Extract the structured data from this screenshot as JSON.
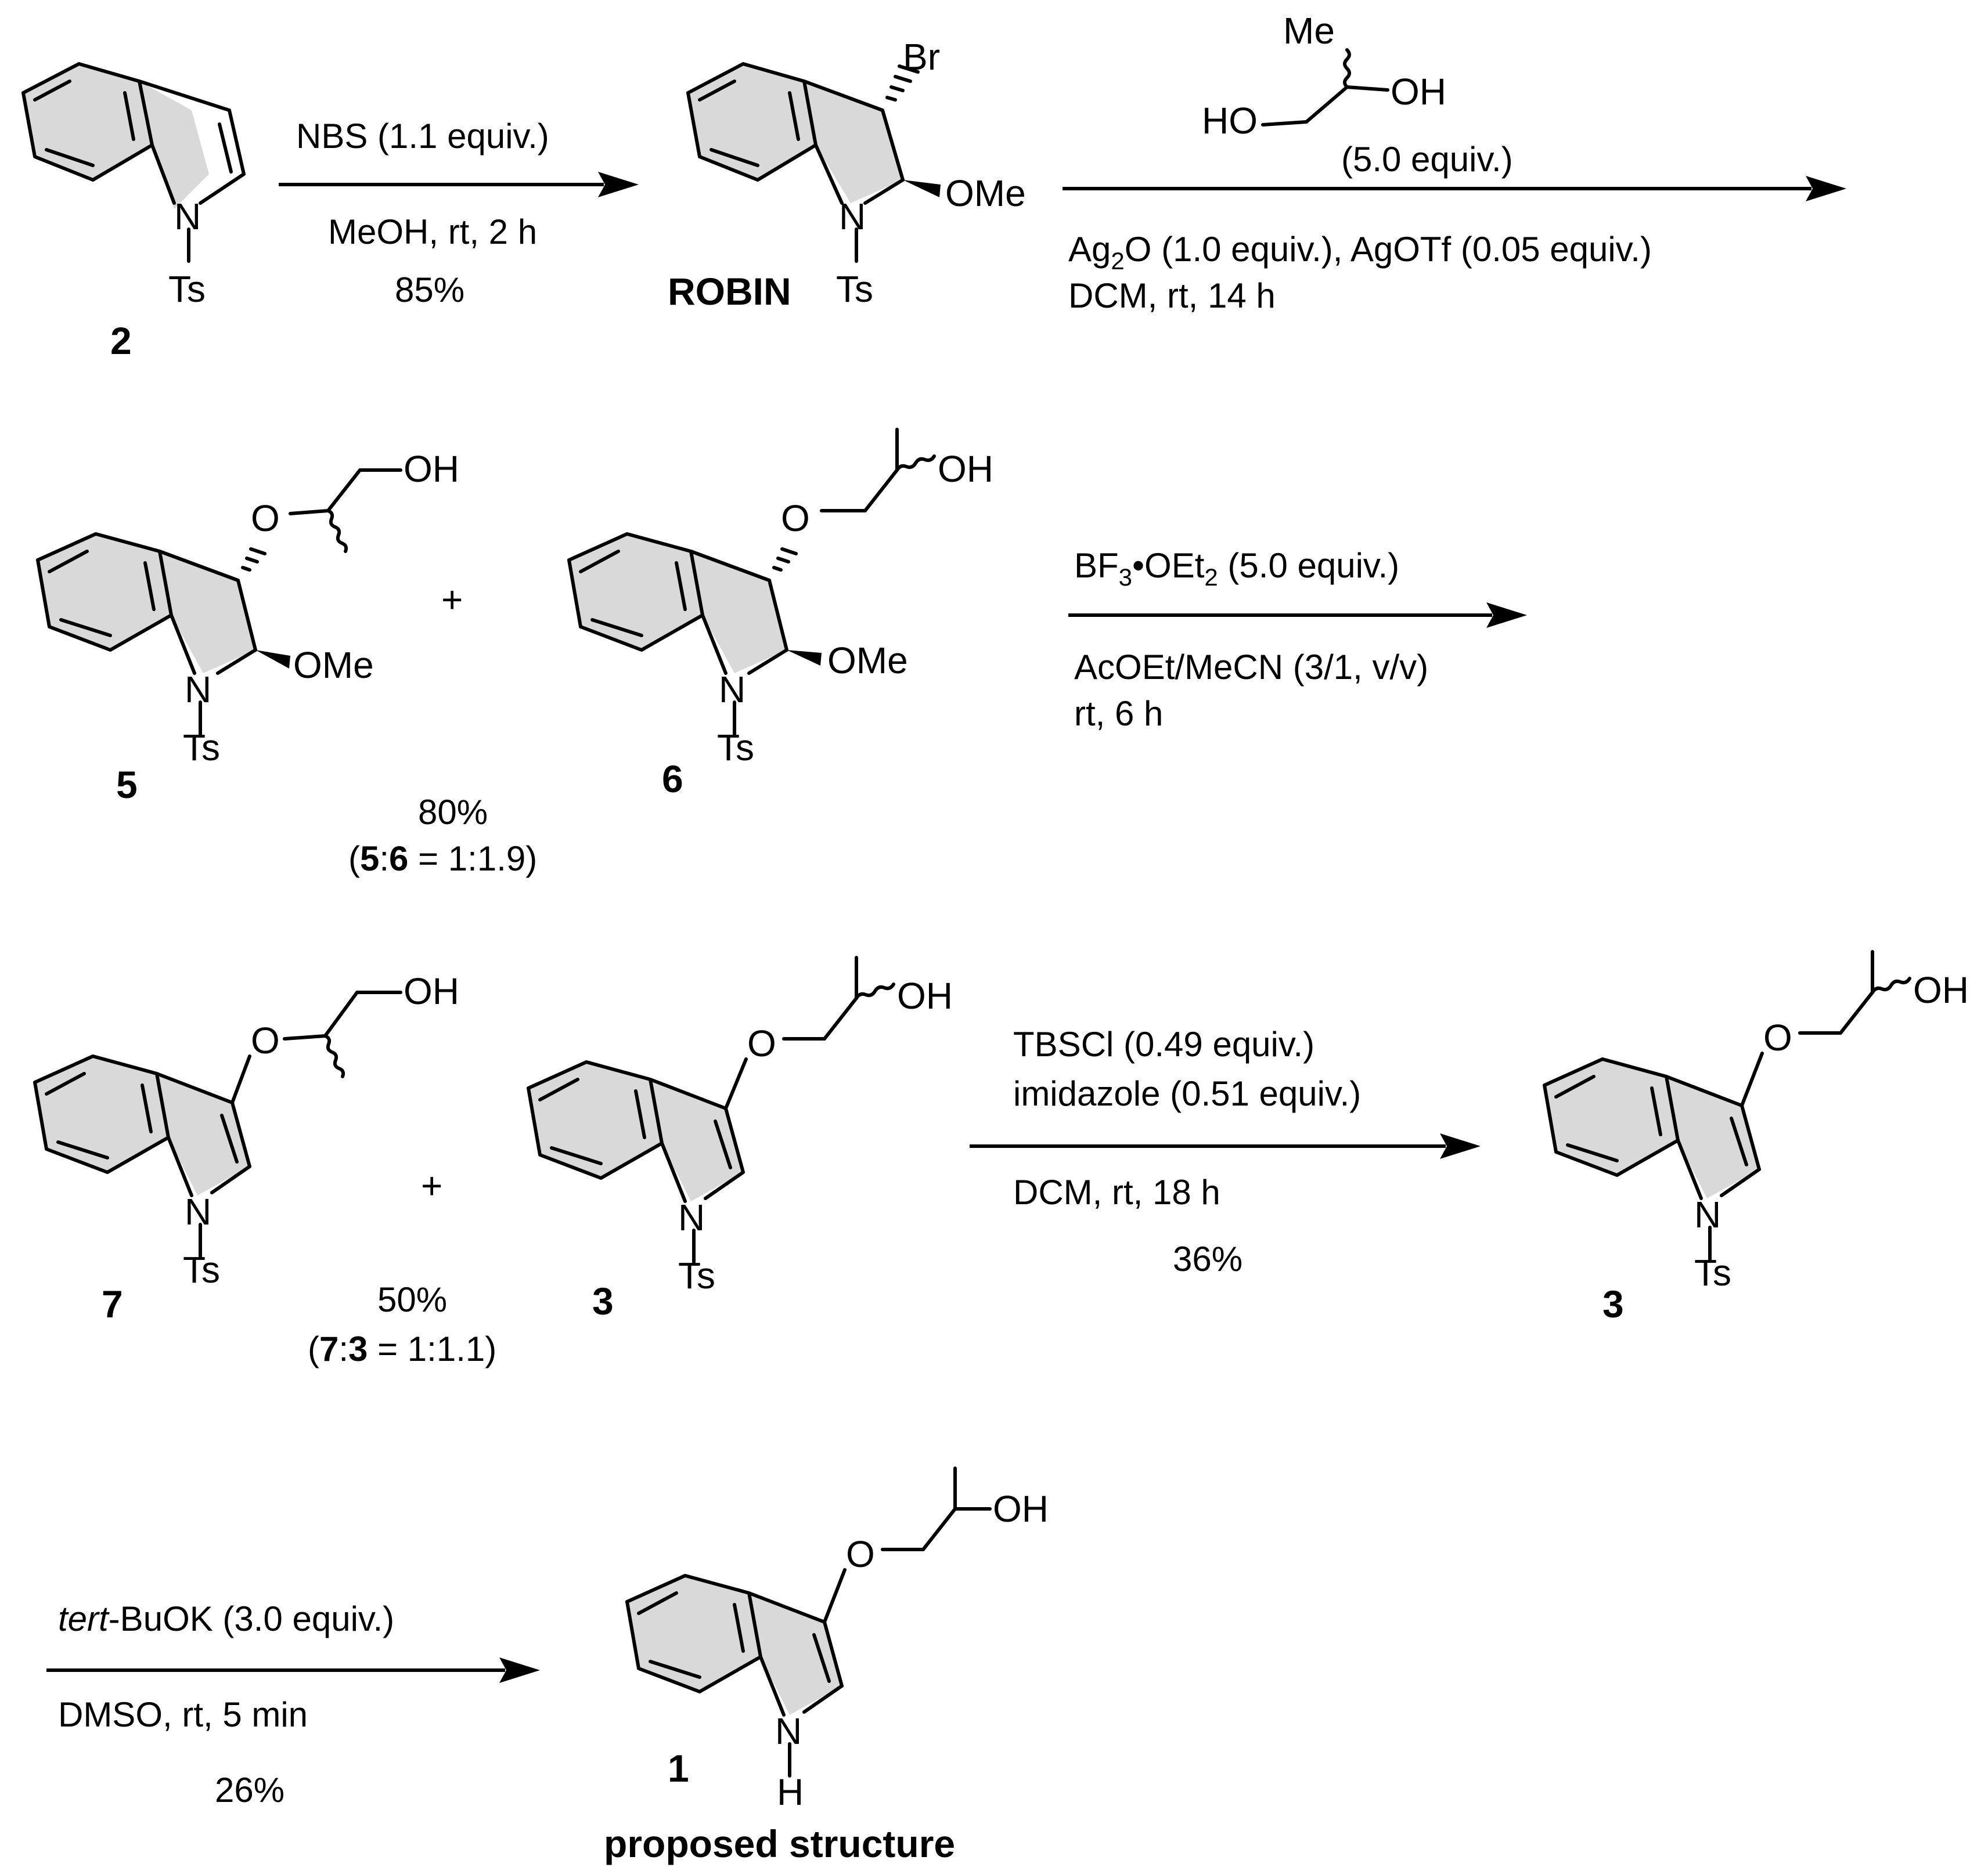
{
  "atoms": {
    "N": "N",
    "Ts": "Ts",
    "Br": "Br",
    "OMe": "OMe",
    "OH": "OH",
    "HO": "HO",
    "Me": "Me",
    "O": "O",
    "H": "H"
  },
  "compounds": {
    "c2": "2",
    "robin": "ROBIN",
    "c5": "5",
    "c6": "6",
    "c7": "7",
    "c3a": "3",
    "c3b": "3",
    "c1": "1",
    "proposed": "proposed structure"
  },
  "step1": {
    "reagent": "NBS (1.1 equiv.)",
    "conditions": "MeOH, rt, 2 h",
    "yield": "85%"
  },
  "step2": {
    "reagent_equiv": "(5.0 equiv.)",
    "line1_a": "Ag",
    "line1_sub": "2",
    "line1_b": "O (1.0 equiv.), AgOTf (0.05 equiv.)",
    "line2": "DCM, rt, 14 h"
  },
  "mix1": {
    "plus": "+",
    "yield": "80%",
    "ratio_open": "(",
    "ratio_a": "5",
    "ratio_colon": ":",
    "ratio_b": "6",
    "ratio_value": " = 1:1.9)"
  },
  "step3": {
    "reagent_a": "BF",
    "reagent_sub1": "3",
    "reagent_b": "•OEt",
    "reagent_sub2": "2",
    "reagent_c": " (5.0 equiv.)",
    "line1": "AcOEt/MeCN (3/1, v/v)",
    "line2": "rt, 6 h"
  },
  "mix2": {
    "plus": "+",
    "yield": "50%",
    "ratio_open": "(",
    "ratio_a": "7",
    "ratio_colon": ":",
    "ratio_b": "3",
    "ratio_value": " = 1:1.1)"
  },
  "step4": {
    "reagent1": "TBSCl (0.49 equiv.)",
    "reagent2": "imidazole (0.51 equiv.)",
    "conditions": "DCM, rt, 18 h",
    "yield": "36%"
  },
  "step5": {
    "reagent_italic": "tert",
    "reagent_rest": "-BuOK (3.0 equiv.)",
    "conditions": "DMSO, rt, 5 min",
    "yield": "26%"
  }
}
